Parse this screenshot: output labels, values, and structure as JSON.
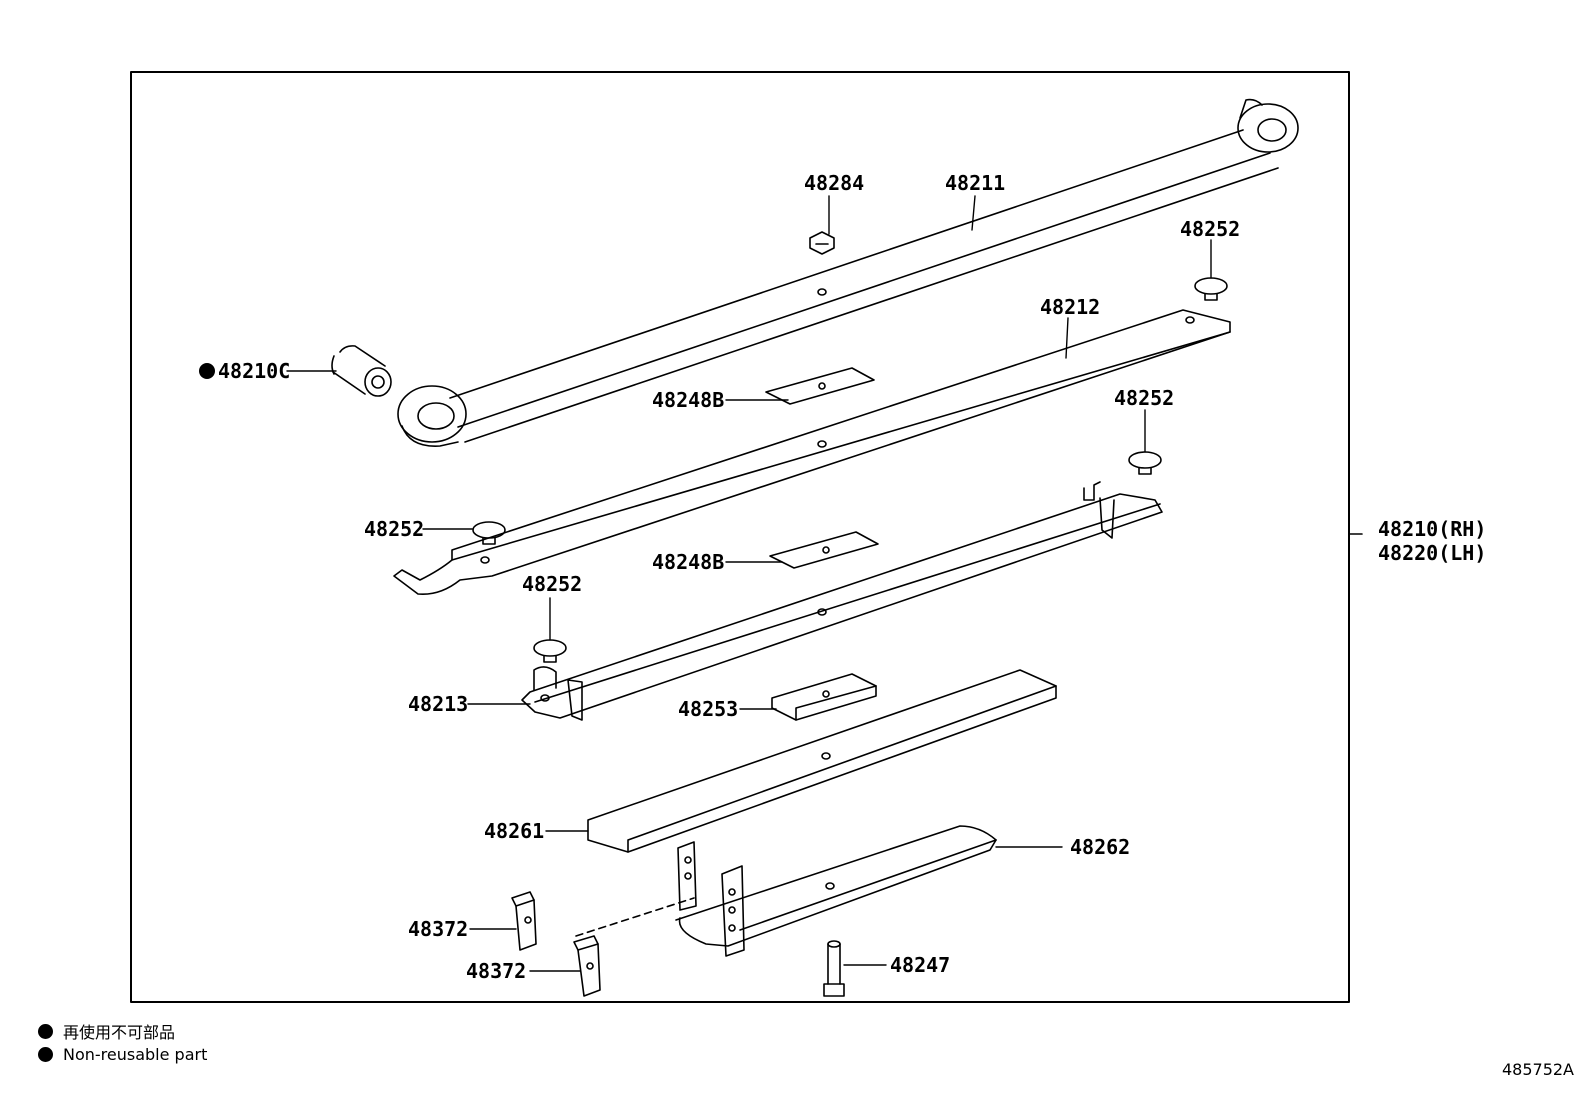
{
  "parts": {
    "p48284": "48284",
    "p48211": "48211",
    "p48252_a": "48252",
    "p48212": "48212",
    "p48210c": "48210C",
    "p48248b_a": "48248B",
    "p48252_b": "48252",
    "p48252_c": "48252",
    "p48248b_b": "48248B",
    "p48252_d": "48252",
    "p48213": "48213",
    "p48253": "48253",
    "p48261": "48261",
    "p48262": "48262",
    "p48372_a": "48372",
    "p48372_b": "48372",
    "p48247": "48247",
    "assembly_rh": "48210(RH)",
    "assembly_lh": "48220(LH)"
  },
  "legend": {
    "japanese": "再使用不可部品",
    "english": "Non-reusable part"
  },
  "drawing_number": "485752A"
}
